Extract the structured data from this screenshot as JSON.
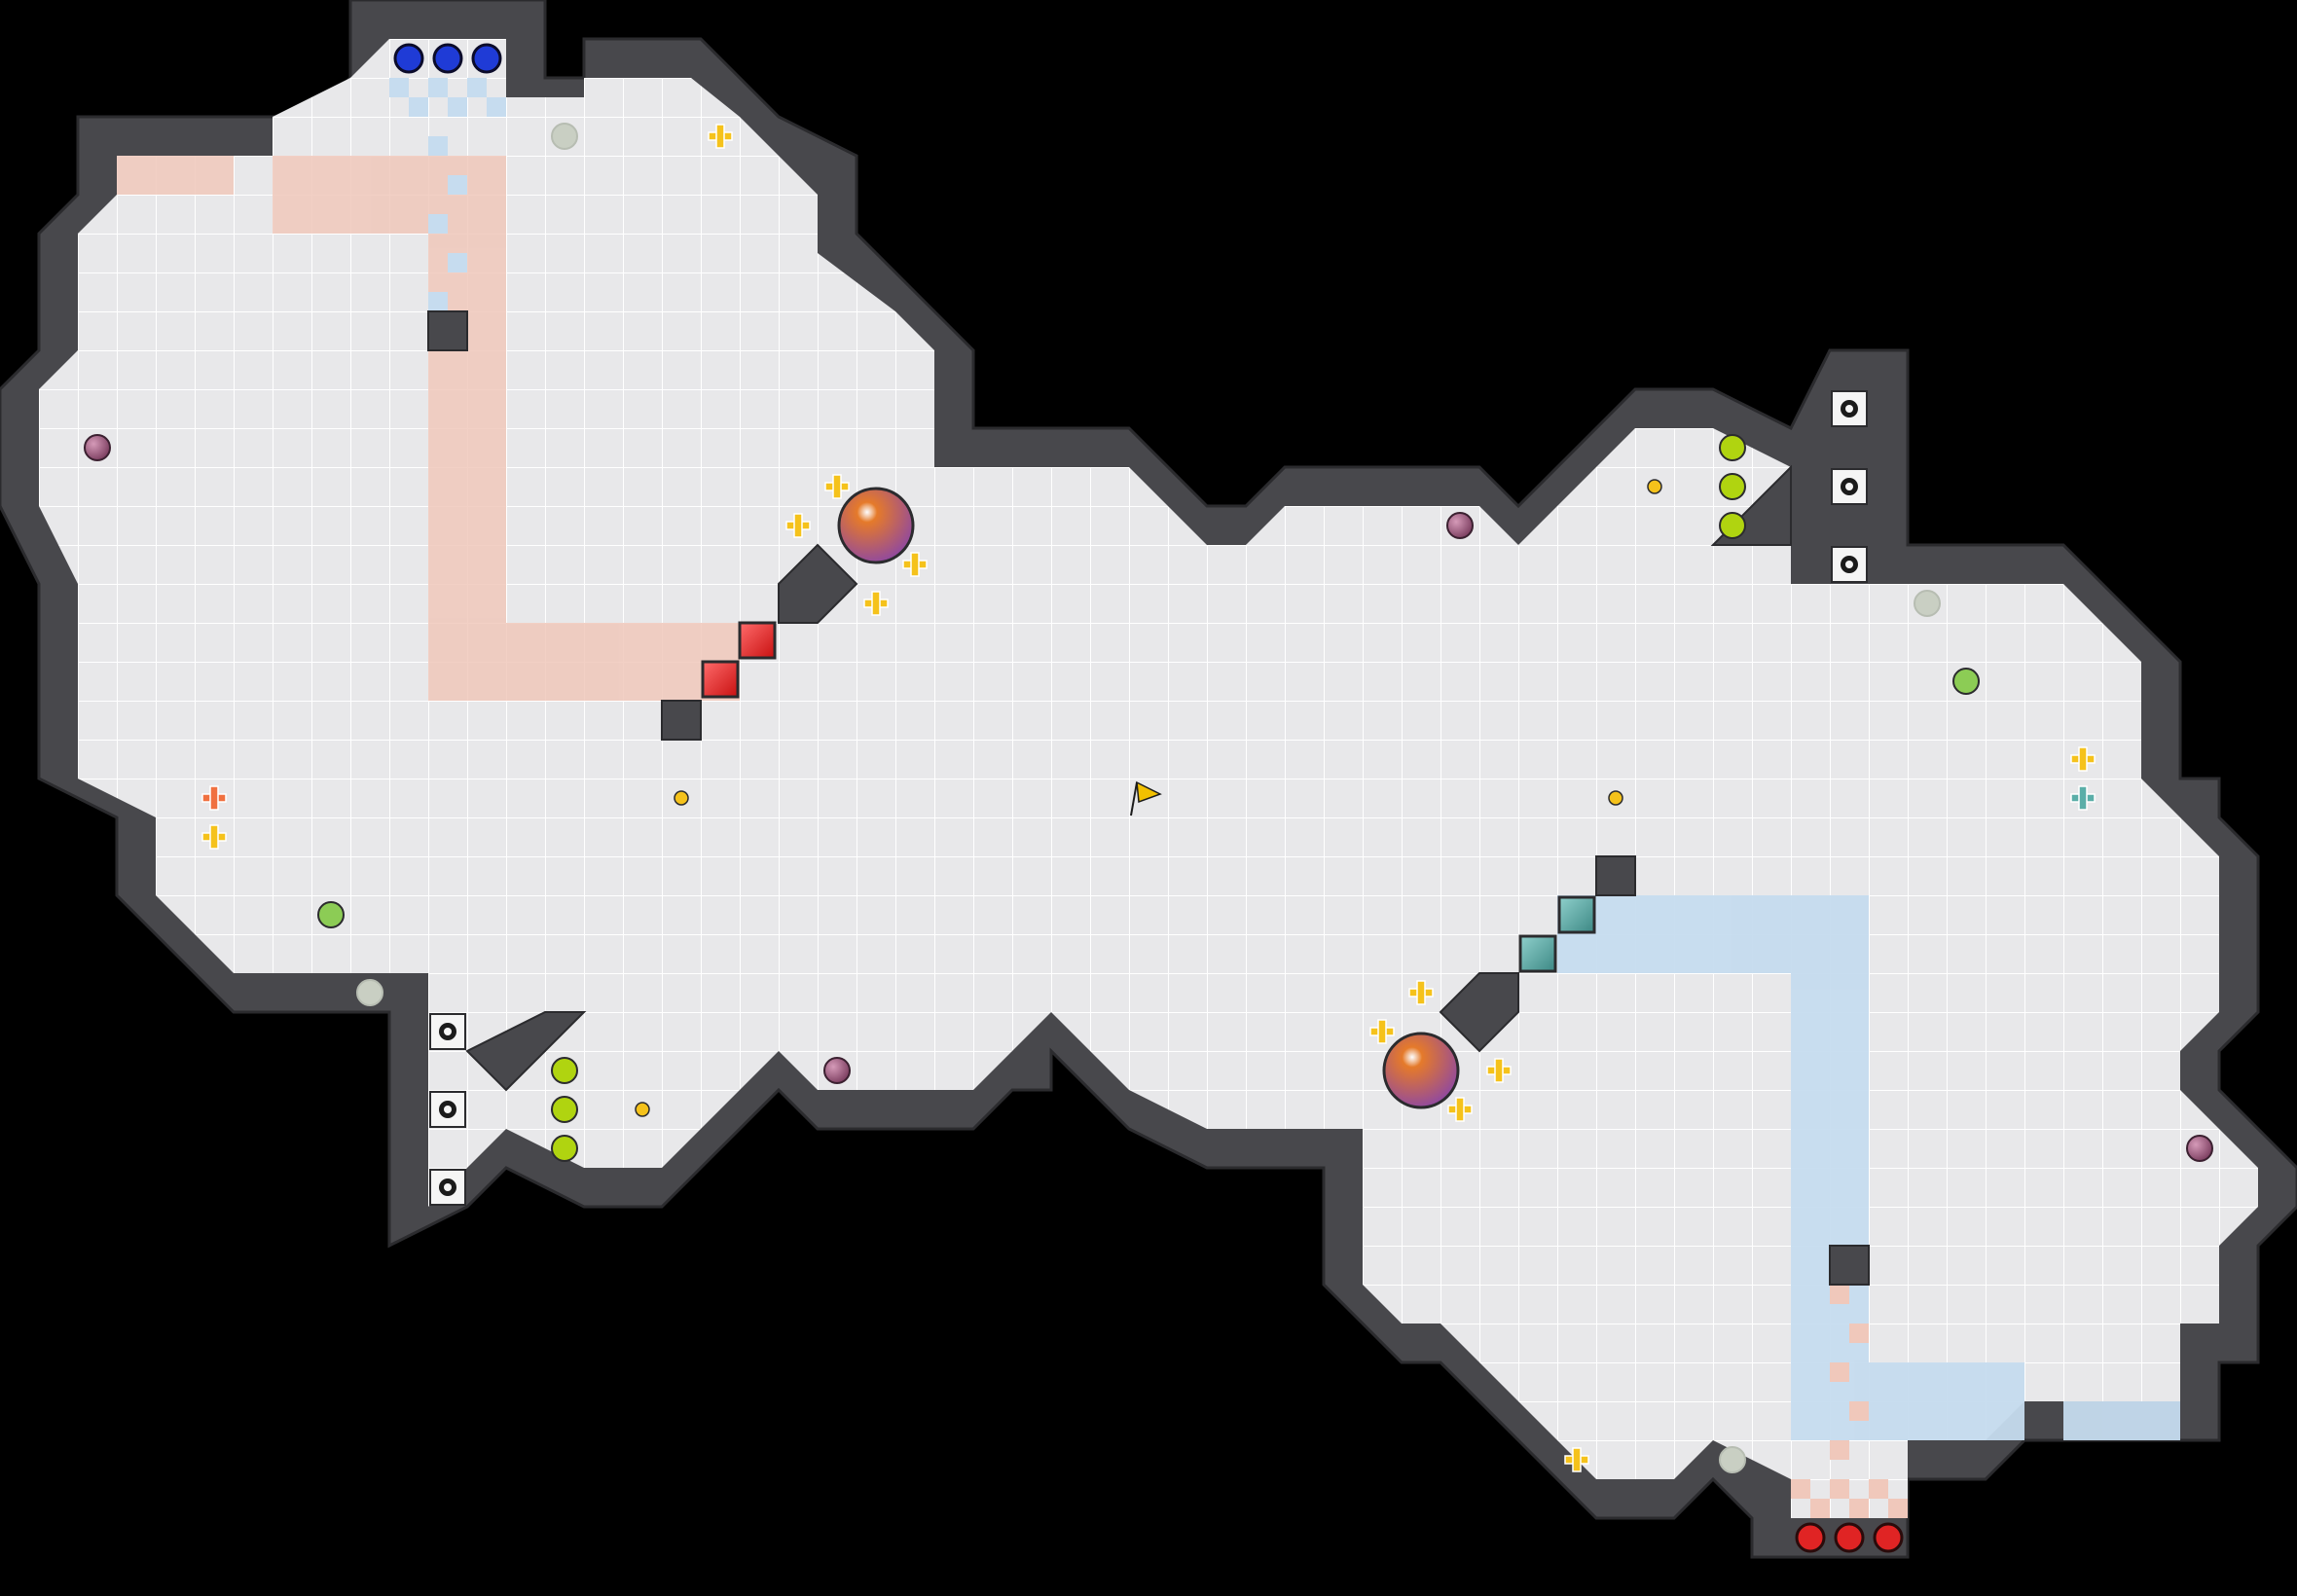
{
  "game": {
    "name": "",
    "teams": [
      {
        "id": "blue",
        "color": "#1f3bd6",
        "tint": "#c6dcef"
      },
      {
        "id": "red",
        "color": "#e02424",
        "tint": "#f0c8bb"
      }
    ],
    "players_per_team_shown": 3,
    "wall_color": "#48484c",
    "floor_color": "#e8e8ea",
    "grid_color": "#ffffff",
    "space_color": "#000000",
    "gate_color": "#6aa6a0",
    "bomb_gradient": [
      "#e57a2a",
      "#8a45a8"
    ],
    "boost_color": "#f5c21b",
    "powerup_color": "#b0d410",
    "flag_color": "#f2c000",
    "icons": {
      "boost": "boost-cross-icon",
      "bomb": "bomb-icon",
      "spike": "spike-icon",
      "flag": "neutral-flag-icon",
      "powerup": "powerup-icon",
      "portal": "portal-icon",
      "tagpro": "tagpro-icon",
      "mine": "mine-icon"
    }
  }
}
